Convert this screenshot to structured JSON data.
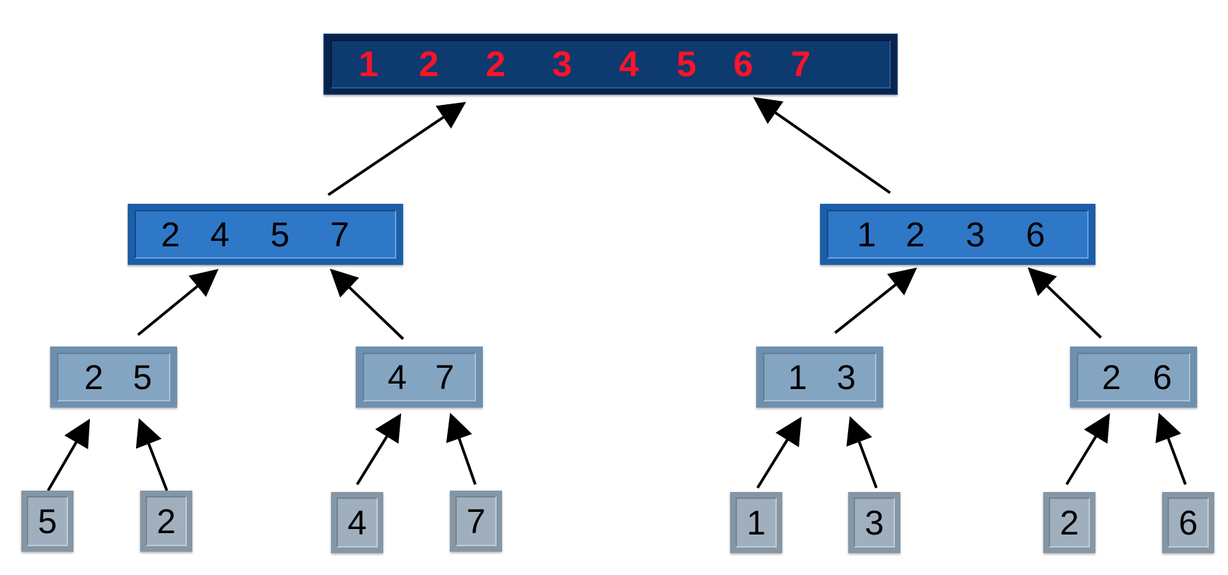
{
  "root": {
    "values": [
      "1",
      "2",
      "2",
      "3",
      "4",
      "5",
      "6",
      "7"
    ]
  },
  "level2": {
    "left": {
      "values": [
        "2",
        "4",
        "5",
        "7"
      ]
    },
    "right": {
      "values": [
        "1",
        "2",
        "3",
        "6"
      ]
    }
  },
  "level3": [
    {
      "values": [
        "2",
        "5"
      ]
    },
    {
      "values": [
        "4",
        "7"
      ]
    },
    {
      "values": [
        "1",
        "3"
      ]
    },
    {
      "values": [
        "2",
        "6"
      ]
    }
  ],
  "leaves": [
    "5",
    "2",
    "4",
    "7",
    "1",
    "3",
    "2",
    "6"
  ],
  "colors": {
    "root_fill": "#0d3a6f",
    "root_text": "#ff1328",
    "level2_fill": "#2f78c8",
    "level3_fill": "#84a5c2",
    "leaf_fill": "#a0afbd",
    "arrow": "#000000"
  }
}
